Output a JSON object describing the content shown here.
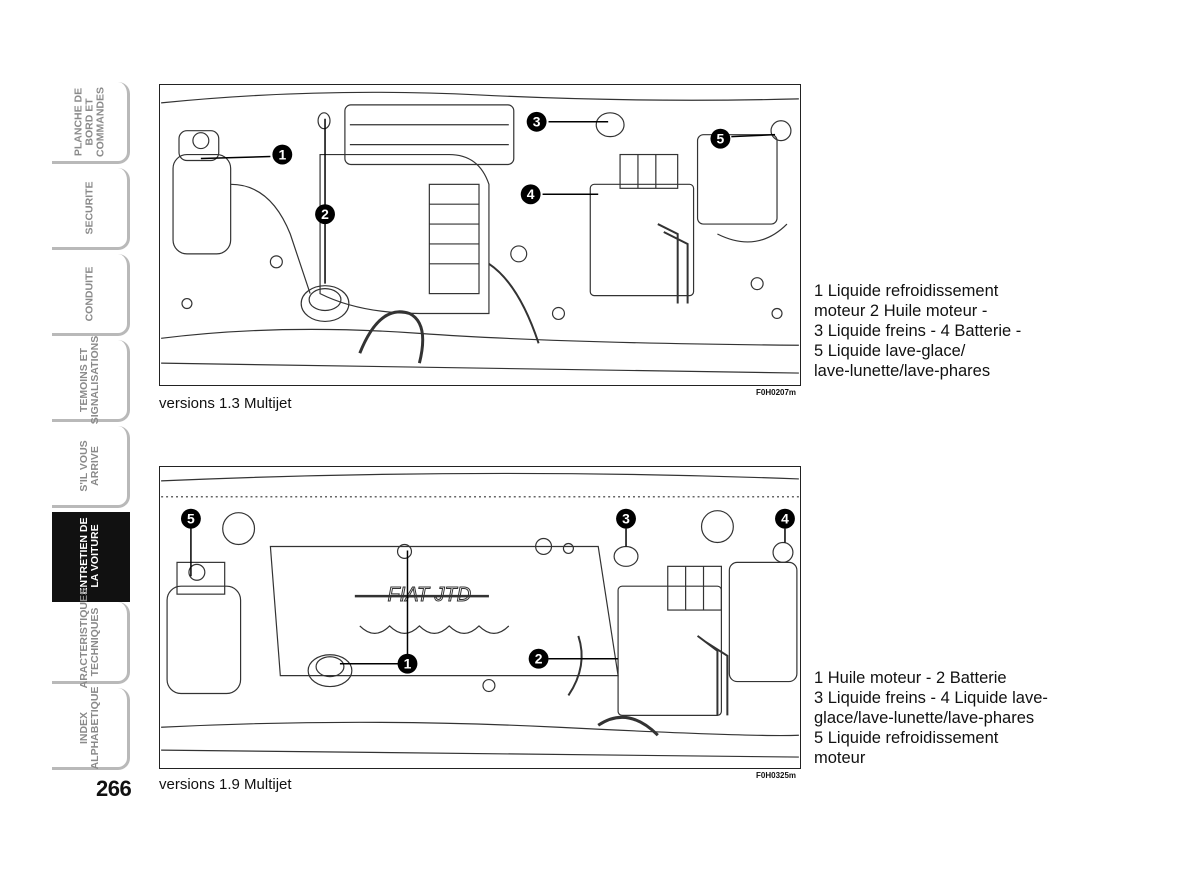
{
  "sidebar": {
    "tabs": [
      {
        "line1": "PLANCHE DE",
        "line2": "BORD ET",
        "line3": "COMMANDES",
        "active": false
      },
      {
        "line1": "SECURITE",
        "active": false
      },
      {
        "line1": "CONDUITE",
        "active": false
      },
      {
        "line1": "TEMOINS ET",
        "line2": "SIGNALISATIONS",
        "active": false
      },
      {
        "line1": "S'IL VOUS",
        "line2": "ARRIVE",
        "active": false
      },
      {
        "line1": "ENTRETIEN DE",
        "line2": "LA VOITURE",
        "active": true
      },
      {
        "line1": "CARACTERISTIQUES",
        "line2": "TECHNIQUES",
        "active": false
      },
      {
        "line1": "INDEX",
        "line2": "ALPHABETIQUE",
        "active": false
      }
    ]
  },
  "page_number": "266",
  "figure1": {
    "code": "F0H0207m",
    "caption": "versions 1.3 Multijet",
    "markers": [
      "1",
      "2",
      "3",
      "4",
      "5"
    ],
    "legend": [
      "1 Liquide refroidissement",
      "moteur 2 Huile moteur -",
      "3 Liquide freins - 4 Batterie -",
      "5 Liquide lave-glace/",
      "lave-lunette/lave-phares"
    ]
  },
  "figure2": {
    "code": "F0H0325m",
    "caption": "versions 1.9 Multijet",
    "brand_text": "FIAT JTD",
    "markers": [
      "1",
      "2",
      "3",
      "4",
      "5"
    ],
    "legend": [
      "1 Huile moteur - 2 Batterie",
      "3 Liquide freins - 4 Liquide lave-",
      "glace/lave-lunette/lave-phares",
      "5 Liquide refroidissement",
      "moteur"
    ]
  }
}
